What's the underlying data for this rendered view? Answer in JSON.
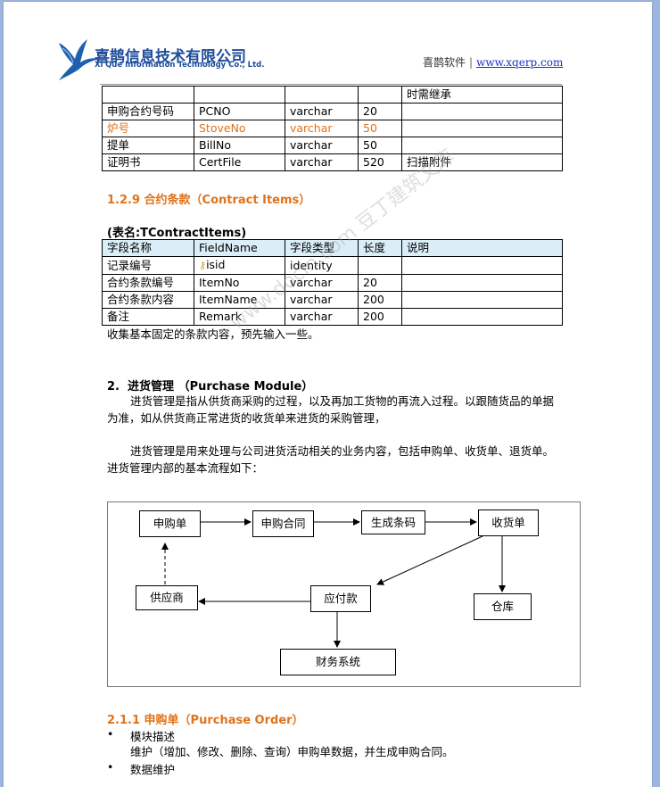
{
  "header": {
    "company_cn": "喜鹊信息技术有限公司",
    "company_en": "Xi'Que Information Technology Co., Ltd.",
    "software": "喜鹊软件",
    "separator": "|",
    "url": "www.xqerp.com"
  },
  "table1": {
    "rows": [
      [
        "",
        "",
        "",
        "",
        "时需继承"
      ],
      [
        "申购合约号码",
        "PCNO",
        "varchar",
        "20",
        ""
      ],
      [
        "炉号",
        "StoveNo",
        "varchar",
        "50",
        ""
      ],
      [
        "提单",
        "BillNo",
        "varchar",
        "50",
        ""
      ],
      [
        "证明书",
        "CertFile",
        "varchar",
        "520",
        "扫描附件"
      ]
    ]
  },
  "section_129": {
    "title": "1.2.9  合约条款（Contract Items）",
    "table_name": "(表名:TContractItems)",
    "header": [
      "字段名称",
      "FieldName",
      "字段类型",
      "长度",
      "说明"
    ],
    "rows": [
      [
        "记录编号",
        "isid",
        "identity",
        "",
        ""
      ],
      [
        "合约条款编号",
        "ItemNo",
        "varchar",
        "20",
        ""
      ],
      [
        "合约条款内容",
        "ItemName",
        "varchar",
        "200",
        ""
      ],
      [
        "备注",
        "Remark",
        "varchar",
        "200",
        ""
      ]
    ],
    "note": "收集基本固定的条款内容，预先输入一些。"
  },
  "section_2": {
    "number": "2.",
    "title": "进货管理 （Purchase Module）",
    "para1_line1": "进货管理是指从供货商采购的过程，以及再加工货物的再流入过程。以跟随货品的单据",
    "para1_line2": "为准，如从供货商正常进货的收货单来进货的采购管理，",
    "para2_line1": "进货管理是用来处理与公司进货活动相关的业务内容，包括申购单、收货单、退货单。",
    "para2_line2": "进货管理内部的基本流程如下："
  },
  "flowchart": {
    "nodes": {
      "purchase_request": "申购单",
      "purchase_contract": "申购合同",
      "generate_barcode": "生成条码",
      "receipt": "收货单",
      "supplier": "供应商",
      "payable": "应付款",
      "warehouse": "仓库",
      "finance": "财务系统"
    }
  },
  "section_211": {
    "title": "2.1.1  申购单（Purchase Order）",
    "bullet1": "模块描述",
    "bullet1_text": "维护（增加、修改、删除、查询）申购单数据，并生成申购合同。",
    "bullet2": "数据维护"
  },
  "watermark": "www.docin.com 豆丁建筑文库"
}
